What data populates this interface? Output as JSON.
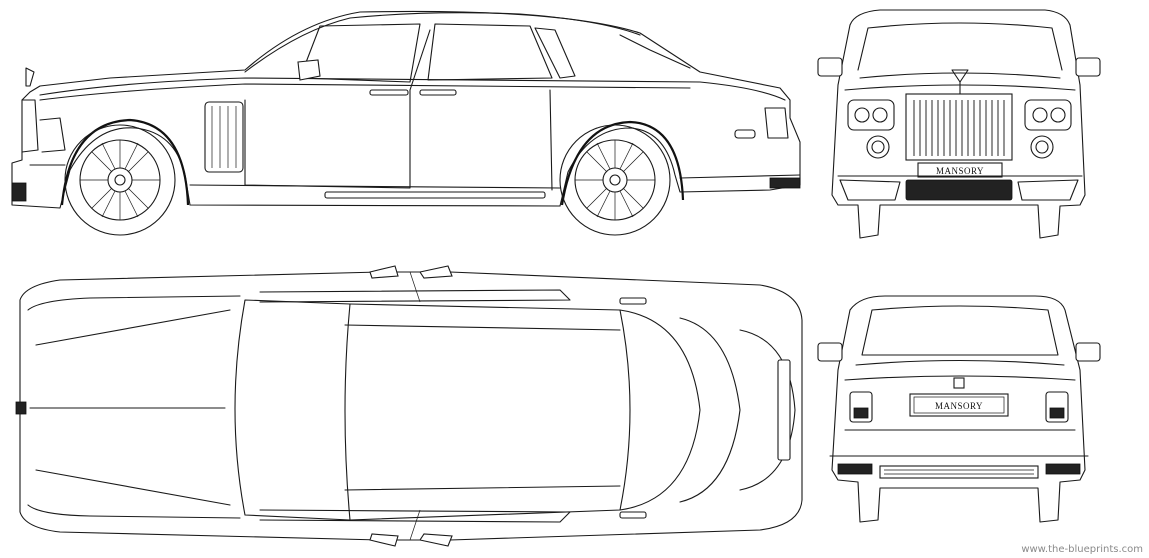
{
  "badges": {
    "front_plate": "MANSORY",
    "rear_plate": "MANSORY"
  },
  "watermark": "www.the-blueprints.com"
}
